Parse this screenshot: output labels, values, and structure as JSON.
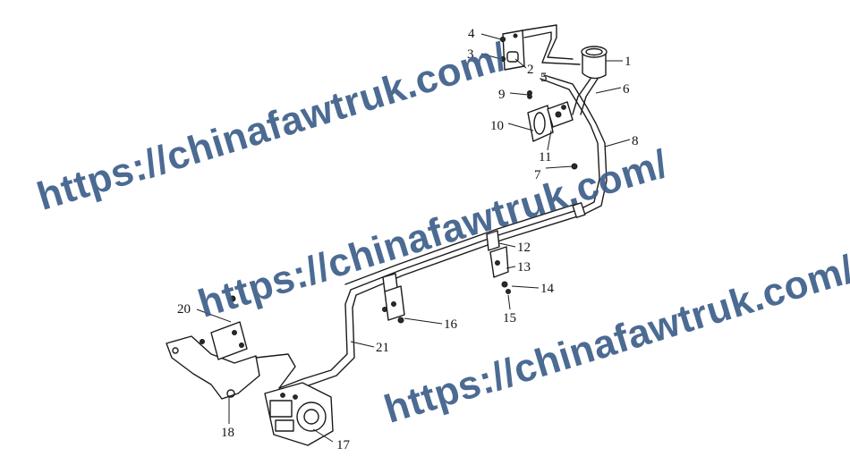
{
  "watermark_text": "https://chinafawtruk.com/",
  "callouts": [
    "1",
    "2",
    "3",
    "4",
    "5",
    "6",
    "7",
    "8",
    "9",
    "10",
    "11",
    "12",
    "13",
    "14",
    "15",
    "16",
    "17",
    "18",
    "20",
    "21"
  ],
  "colors": {
    "line": "#1a1a1a",
    "watermark": "#3d5f8a"
  }
}
